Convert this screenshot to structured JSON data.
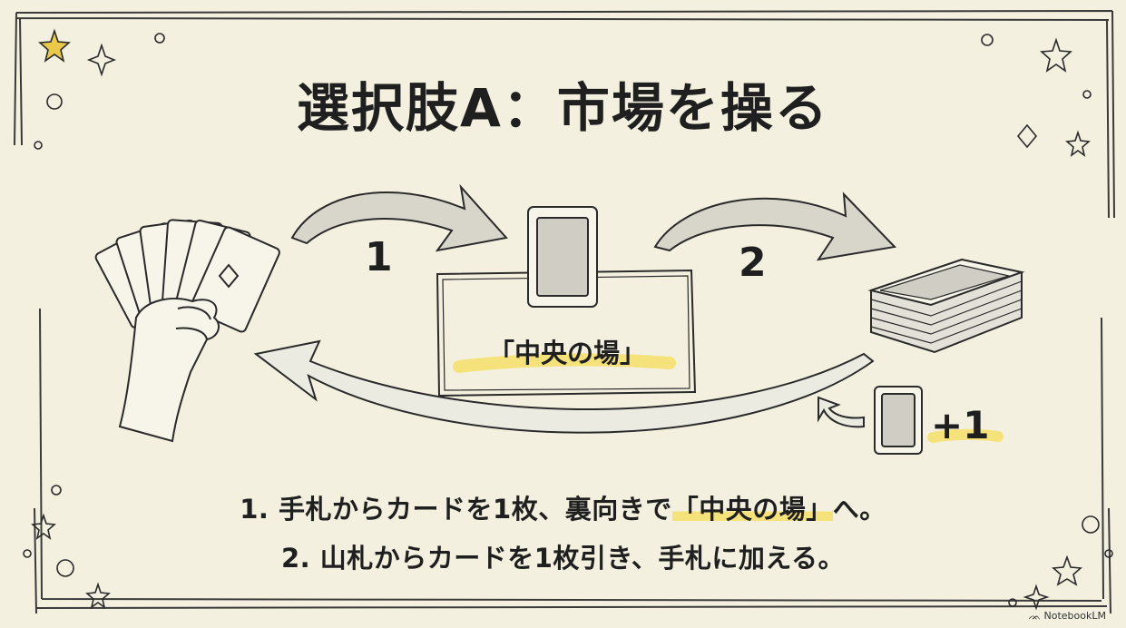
{
  "title": "選択肢A：市場を操る",
  "diagram": {
    "step1_number": "1",
    "step2_number": "2",
    "center_zone_label": "「中央の場」",
    "draw_badge": "+1"
  },
  "instructions": {
    "line1_prefix": "1. 手札からカードを1枚、裏向きで",
    "line1_highlight": "「中央の場」",
    "line1_suffix": "へ。",
    "line2": "2. 山札からカードを1枚引き、手札に加える。"
  },
  "watermark": "NotebookLM",
  "colors": {
    "background": "#f3f0df",
    "ink": "#1f1f1f",
    "highlight": "#f6e27a",
    "star": "#e9c84a"
  }
}
